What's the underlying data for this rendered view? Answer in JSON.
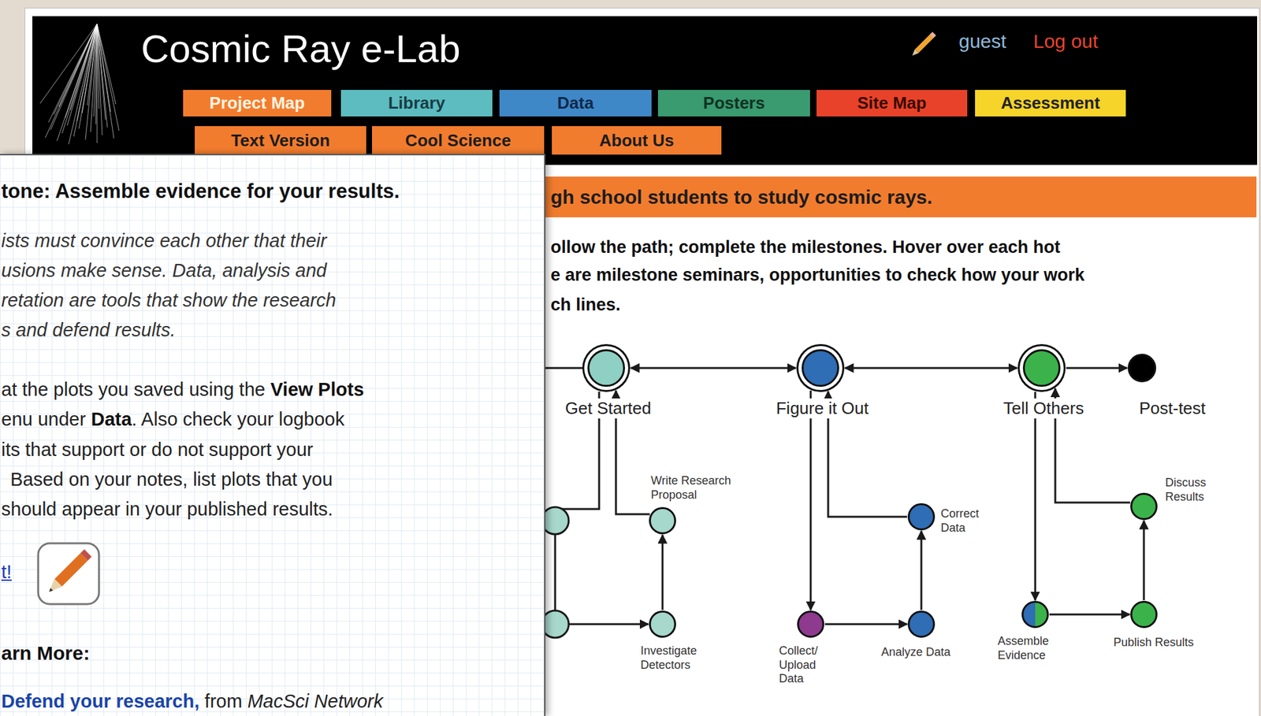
{
  "diagram": {
    "nodes": [
      {
        "text": [
          "Cosmic Ray e-Lab",
          "guest",
          "Log out"
        ]
      },
      {
        "text": [
          "Project Map"
        ],
        "in": 0
      },
      {
        "text": [
          "Library"
        ],
        "in": 0
      },
      {
        "text": [
          "Data"
        ],
        "in": 0
      },
      {
        "text": [
          "Posters"
        ],
        "in": 0
      },
      {
        "text": [
          "Site Map"
        ],
        "in": 0
      },
      {
        "text": [
          "Assessment"
        ],
        "in": 0
      },
      {
        "text": [
          "Text Version"
        ],
        "in": 0
      },
      {
        "text": [
          "Cool Science"
        ],
        "in": 0
      },
      {
        "text": [
          "About Us"
        ],
        "in": 0
      },
      {
        "text": [
          "tone: Assemble evidence for your results.",
          "ists must convince each other that their",
          "usions make sense. Data, analysis and",
          "retation are tools that show the research",
          "s and defend results.",
          "at the plots you saved using the",
          "View Plots",
          "enu under",
          "Data",
          ". Also check your logbook",
          "its that support or do not support your",
          "Based on your notes, list plots that you",
          "should appear in your published results.",
          "t!",
          "arn More:",
          "Defend your research,",
          "from",
          "MacSci Network"
        ]
      },
      {
        "text": [
          "gh school students to study cosmic rays."
        ]
      },
      {
        "text": [
          "Get Started"
        ]
      },
      {
        "text": [
          "Figure it Out"
        ]
      },
      {
        "text": [
          "Tell Others"
        ]
      },
      {
        "text": [
          "Post-test"
        ]
      },
      {
        "text": [
          "Write Research Proposal"
        ]
      },
      {
        "text": [
          "Investigate Detectors"
        ]
      },
      {
        "text": [
          "Correct Data"
        ]
      },
      {
        "text": [
          "Collect/ Upload Data"
        ]
      },
      {
        "text": [
          "Analyze Data"
        ]
      },
      {
        "text": [
          "Discuss Results"
        ]
      },
      {
        "text": [
          "Assemble Evidence"
        ]
      },
      {
        "text": [
          "Publish Results"
        ]
      }
    ],
    "edges": [
      {
        "from": 12,
        "to": 13,
        "arrow": "both"
      },
      {
        "from": 13,
        "to": 14,
        "arrow": "both"
      },
      {
        "from": 14,
        "to": 15,
        "arrow": "to"
      },
      {
        "from": 12,
        "to": 17,
        "arrow": "to"
      },
      {
        "from": 17,
        "to": 16,
        "arrow": "to"
      },
      {
        "from": 16,
        "to": 12,
        "arrow": "to"
      },
      {
        "from": 13,
        "to": 19,
        "arrow": "to"
      },
      {
        "from": 19,
        "to": 20,
        "arrow": "to"
      },
      {
        "from": 20,
        "to": 18,
        "arrow": "to"
      },
      {
        "from": 18,
        "to": 13,
        "arrow": "to"
      },
      {
        "from": 14,
        "to": 22,
        "arrow": "to"
      },
      {
        "from": 22,
        "to": 23,
        "arrow": "to"
      },
      {
        "from": 23,
        "to": 21,
        "arrow": "to"
      },
      {
        "from": 21,
        "to": 14,
        "arrow": "to"
      }
    ],
    "labels": [
      "ollow the path; complete the milestones. Hover over each hot",
      "e are milestone seminars, opportunities to check how your work",
      "ch lines."
    ]
  }
}
